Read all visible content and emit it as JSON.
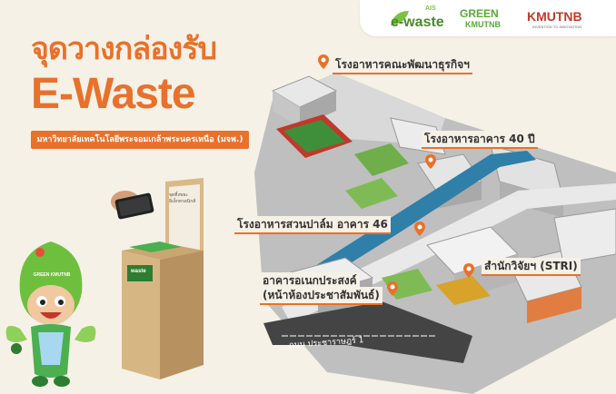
{
  "title": {
    "thai": "จุดวางกล่องรับ",
    "english": "E-Waste",
    "university": "มหาวิทยาลัยเทคโนโลยีพระจอมเกล้าพระนครเหนือ (มจพ.)"
  },
  "logos": {
    "ais_ewaste": "e-waste",
    "ais_small": "AIS",
    "green_kmutnb_top": "GREEN",
    "green_kmutnb_bottom": "KMUTNB",
    "kmutnb": "KMUTNB",
    "kmutnb_tagline": "INVENTION TO INNOVATION"
  },
  "locations": [
    {
      "label": "โรงอาหารคณะพัฒนาธุรกิจฯ"
    },
    {
      "label": "โรงอาหารอาคาร 40 ปี"
    },
    {
      "label": "โรงอาหารสวนปาล์ม อาคาร 46"
    },
    {
      "label": "อาคารอเนกประสงค์"
    },
    {
      "label": "(หน้าห้องประชาสัมพันธ์)"
    },
    {
      "label": "สำนักวิจัยฯ (STRI)"
    }
  ],
  "road_label": "ถนน ประชาราษฎร์ 1",
  "box": {
    "sticker": "จุดทิ้งขยะ อิเล็กทรอนิกส์",
    "front_label": "waste"
  },
  "mascot": {
    "badge": "GREEN KMUTNB"
  },
  "colors": {
    "accent": "#e8712b",
    "background": "#f6f1e6",
    "green": "#4caf50",
    "map_blue": "#2f7fa8"
  }
}
